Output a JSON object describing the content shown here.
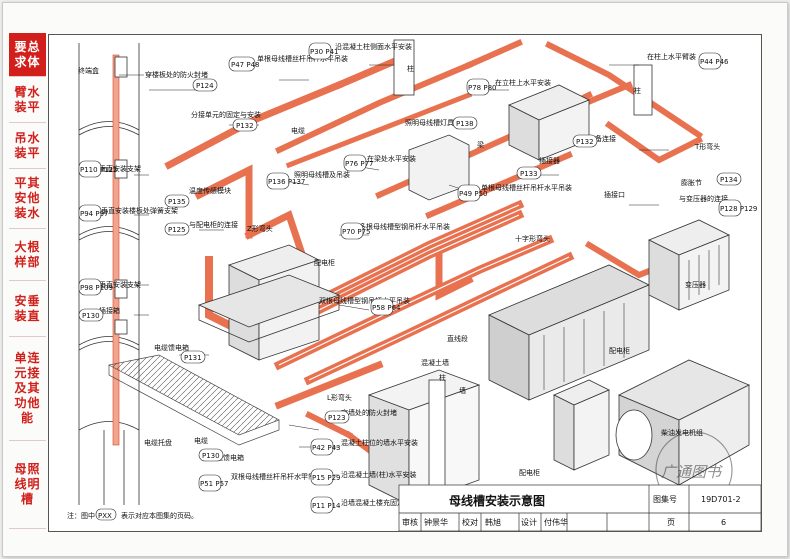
{
  "tabs": [
    {
      "label": "要总求体",
      "active": true
    },
    {
      "label": "臂水装平"
    },
    {
      "label": "吊水装平"
    },
    {
      "label": "平其安他装水"
    },
    {
      "label": "大根样部"
    },
    {
      "label": "安垂装直"
    },
    {
      "label": "单连元接及其功他能"
    },
    {
      "label": "母照线明槽"
    }
  ],
  "refs": [
    "P124",
    "P132",
    "P47 P48",
    "P30 P41",
    "P78 P80",
    "P132",
    "P44 P46",
    "P138",
    "P110 P122",
    "P135",
    "P136 P137",
    "P76 P77",
    "P133",
    "P134",
    "P94 P97",
    "P125",
    "P49 P50",
    "P128 P129",
    "P98 P109",
    "P70 P75",
    "P130",
    "P58 P64",
    "P131",
    "P123",
    "P42 P43",
    "P130",
    "P15 P29",
    "P51 P57",
    "P11 P14",
    "PXX"
  ],
  "labels": {
    "terminal_box": "终端盒",
    "fire_seal_1": "穿楼板处的防火封堵",
    "bracket_fix": "分接单元的固定与安装",
    "single_rod": "单根母线槽丝杆吊杆水平吊装",
    "concrete_wall": "沿混凝土柱侧面水平安装",
    "column_1": "柱",
    "column_2": "柱",
    "on_column": "在柱上水平臂装",
    "cable": "电缆",
    "lighting": "照明母线槽灯具安装",
    "on_column_top": "在立柱上水平安装",
    "equip_conn": "与设备连接",
    "t_head": "T形弯头",
    "vertical_mount": "垂直安装支架",
    "temp_sensor": "温度传感模块",
    "lighting_rod": "照明母线槽及吊装",
    "on_pillar": "在梁处水平安装",
    "beam": "梁",
    "joint": "插接器",
    "expansion": "膨胀节",
    "spring_bracket": "垂直安装楼板处弹簧支架",
    "dist_cab_conn": "与配电柜的连接",
    "z_head": "Z形弯头",
    "single_rod_2": "单根母线槽丝杆吊杆水平吊装",
    "plug_port": "插接口",
    "transformer_conn": "与变压器的连接",
    "vertical_bracket": "垂直安装支架",
    "multi_steel": "多根母线槽型钢吊杆水平吊装",
    "cross_head": "十字形弯头",
    "splice": "插接箱",
    "dist_cab_1": "配电柜",
    "double_rod": "双根母线槽型钢吊杆水平吊装",
    "transformer": "变压器",
    "cable_feed": "电缆馈电箱",
    "straight": "直线段",
    "dist_cab_2": "配电柜",
    "generator": "柴油发电机组",
    "concrete_wall_2": "混凝土墙",
    "column_3": "柱",
    "wall": "墙",
    "l_head": "L形弯头",
    "cable_tray": "电缆托盘",
    "cable_2": "电缆",
    "cable_feed_2": "电缆馈电箱",
    "fire_seal_2": "穿墙处的防火封堵",
    "concrete_col_pos": "混凝土柱位的墙水平安装",
    "dbl_rod_2": "双根母线槽丝杆吊杆水平吊装",
    "concrete_wall_3": "沿混凝土墙(柱)水平安装",
    "dist_cab_3": "配电柜",
    "fix_horizontal": "沿墙混凝土楼充固定水平臂装",
    "note": "注：图中",
    "note_box": "PXX",
    "note_tail": "表示对应本图集的页码。"
  },
  "title_block": {
    "title": "母线槽安装示意图",
    "figno_label": "图集号",
    "figno": "19D701-2",
    "review": "审核",
    "reviewer": "钟景华",
    "check": "校对",
    "checker": "韩旭",
    "design": "设计",
    "designer": "付伟华",
    "page_label": "页",
    "page": "6"
  },
  "watermark": "广通图书"
}
